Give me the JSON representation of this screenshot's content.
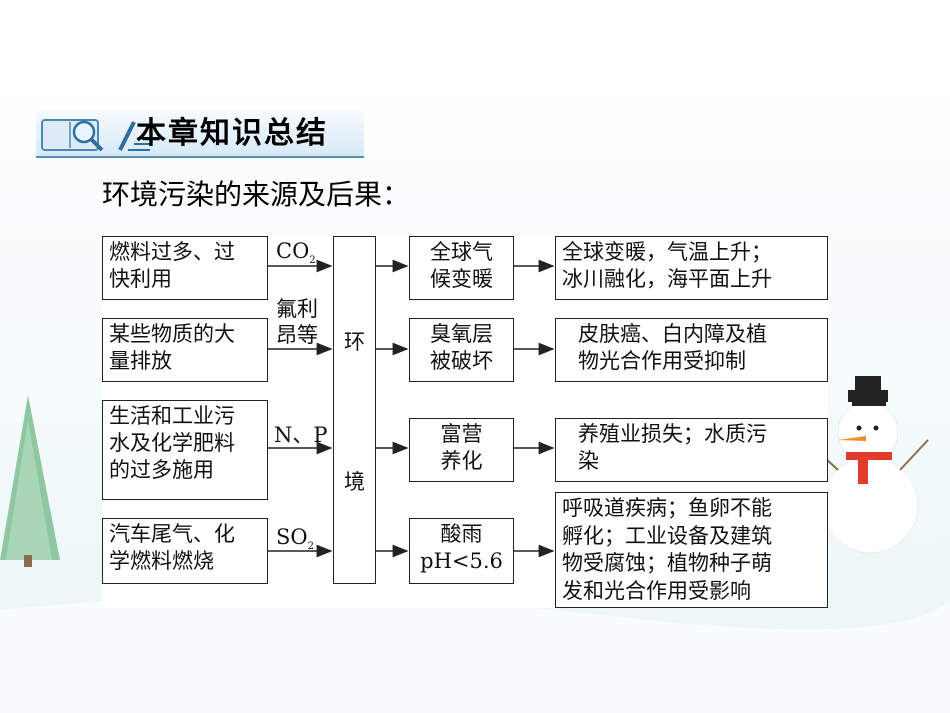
{
  "header": {
    "title": "本章知识总结",
    "subtitle": "环境污染的来源及后果："
  },
  "sources": [
    {
      "lines": [
        "燃料过多、过",
        "快利用"
      ]
    },
    {
      "lines": [
        "某些物质的大",
        "量排放"
      ]
    },
    {
      "lines": [
        "生活和工业污",
        "水及化学肥料",
        "的过多施用"
      ]
    },
    {
      "lines": [
        "汽车尾气、化",
        "学燃料燃烧"
      ]
    }
  ],
  "pollutants": [
    {
      "main": "CO",
      "sub": "2"
    },
    {
      "lines": [
        "氟利",
        "昂等"
      ]
    },
    {
      "main": "N、P",
      "sub": ""
    },
    {
      "main": "SO",
      "sub": "2"
    }
  ],
  "environment": {
    "char1": "环",
    "char2": "境"
  },
  "problems": [
    {
      "lines": [
        "全球气",
        "候变暖"
      ]
    },
    {
      "lines": [
        "臭氧层",
        "被破坏"
      ]
    },
    {
      "lines": [
        "富营",
        "养化"
      ]
    },
    {
      "lines": [
        "酸雨",
        "pH<5.6"
      ]
    }
  ],
  "consequences": [
    {
      "lines": [
        "全球变暖，气温上升；",
        "冰川融化，海平面上升"
      ]
    },
    {
      "lines": [
        "皮肤癌、白内障及植",
        "物光合作用受抑制"
      ]
    },
    {
      "lines": [
        "养殖业损失；水质污",
        "染"
      ]
    },
    {
      "lines": [
        "呼吸道疾病；鱼卵不能",
        "孵化；工业设备及建筑",
        "物受腐蚀；植物种子萌",
        "发和光合作用受影响"
      ]
    }
  ]
}
